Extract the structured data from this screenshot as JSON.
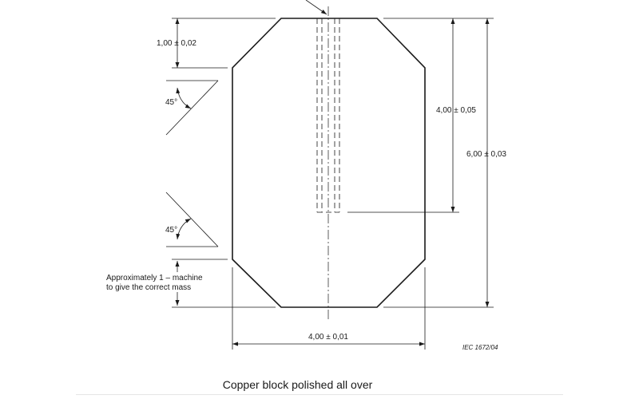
{
  "drawing": {
    "dimensions": {
      "chamfer_height": "1,00 ± 0,02",
      "hole_depth": "4,00 ± 0,05",
      "total_height": "6,00 ± 0,03",
      "width": "4,00 ± 0,01",
      "angle_top": "45°",
      "angle_bottom": "45°"
    },
    "note_line1": "Approximately 1 – machine",
    "note_line2": "to give the correct mass",
    "reference": "IEC  1672/04"
  },
  "caption": "Copper block polished all over"
}
